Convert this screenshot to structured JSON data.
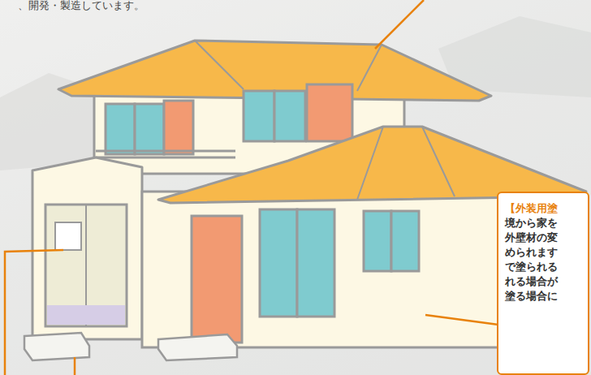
{
  "diagram": {
    "nodes": [
      {
        "text": [
          "【外装用塗",
          "境から家を 外壁材の変 められます で塗られる れる場合が 塗る場合に"
        ]
      }
    ],
    "labels": [
      "、開発・製造しています。"
    ]
  }
}
